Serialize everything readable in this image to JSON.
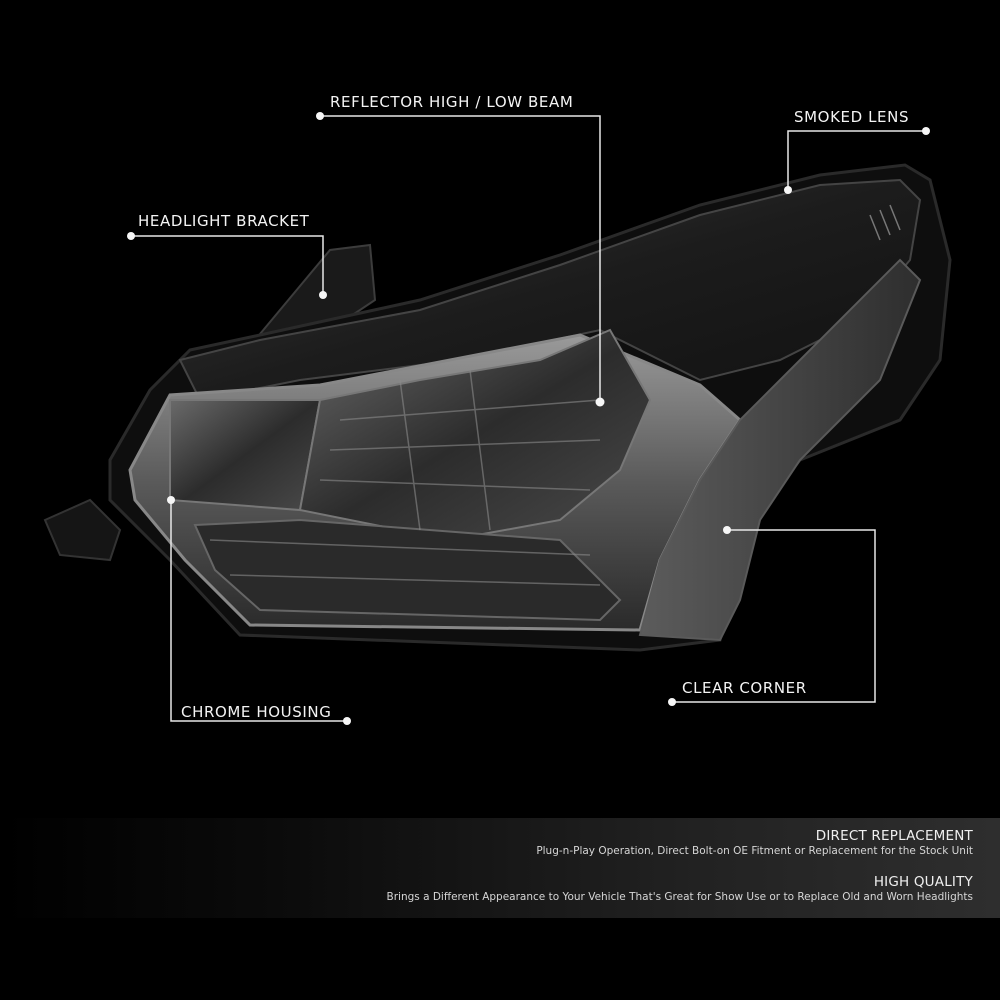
{
  "product_image": {
    "subject": "smoked lens headlight with chrome housing",
    "colors": {
      "background": "#000000",
      "callout_line": "#e8e8e8",
      "label_text": "#f4f4f4",
      "banner_gradient_start": "#000000",
      "banner_gradient_end": "#2e2e2e"
    }
  },
  "callouts": [
    {
      "id": "reflector",
      "label": "REFLECTOR HIGH / LOW BEAM"
    },
    {
      "id": "smoked-lens",
      "label": "SMOKED LENS"
    },
    {
      "id": "headlight-bracket",
      "label": "HEADLIGHT BRACKET"
    },
    {
      "id": "chrome-housing",
      "label": "CHROME HOUSING"
    },
    {
      "id": "clear-corner",
      "label": "CLEAR CORNER"
    }
  ],
  "features": [
    {
      "title": "DIRECT REPLACEMENT",
      "description": "Plug-n-Play Operation, Direct Bolt-on OE Fitment or Replacement for the Stock Unit"
    },
    {
      "title": "HIGH QUALITY",
      "description": "Brings a Different Appearance to Your Vehicle That's Great for Show Use or to Replace Old and Worn Headlights"
    }
  ]
}
